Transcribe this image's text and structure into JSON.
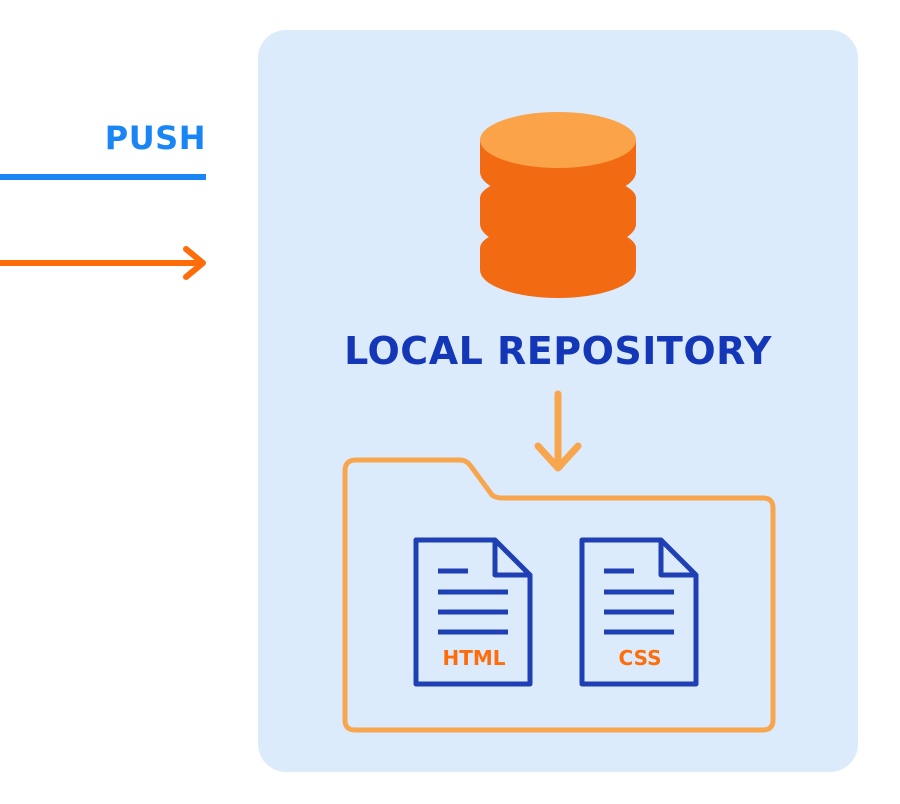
{
  "diagram": {
    "push_label": "PUSH",
    "repository_label": "LOCAL REPOSITORY",
    "files": [
      {
        "label": "HTML"
      },
      {
        "label": "CSS"
      }
    ]
  },
  "colors": {
    "blue_accent": "#1a86f5",
    "orange_accent": "#ff6c0a",
    "orange_dark": "#f26a12",
    "orange_light": "#fba349",
    "folder_outline": "#f7a64d",
    "panel_background": "#dcebfb",
    "navy_text": "#1437b8",
    "file_outline": "#1f3fb5"
  },
  "icons": [
    "database-icon",
    "down-arrow-icon",
    "folder-icon",
    "file-icon",
    "right-arrow-icon"
  ]
}
